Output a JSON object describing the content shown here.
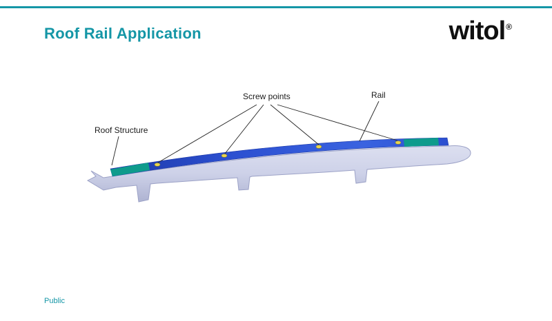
{
  "slide": {
    "title": "Roof Rail Application",
    "footer": "Public",
    "logo": {
      "text": "witol",
      "reg": "®"
    }
  },
  "diagram": {
    "labels": {
      "screw_points": "Screw points",
      "rail": "Rail",
      "roof_structure": "Roof Structure"
    }
  },
  "colors": {
    "accent": "#1496A6",
    "rail_body": "#CDD1E8",
    "rail_top_blue": "#2B4FD0",
    "rail_top_teal": "#0E9B8C",
    "screw_point": "#E8D44D"
  }
}
